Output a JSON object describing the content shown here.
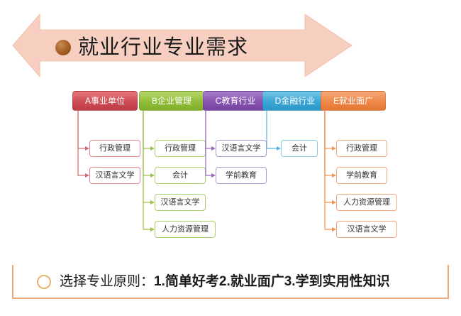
{
  "title": {
    "text": "就业行业专业需求",
    "bullet_color": "#a05a20",
    "banner_fill": "#f6cfc0"
  },
  "footer": {
    "prefix": "选择专业原则：",
    "item1": "1.简单好考",
    "item2": "2.就业面广",
    "item3": "3.学到实用性知识",
    "bullet_color": "#e8b36d",
    "banner_border": "#e8a97c"
  },
  "diagram": {
    "columns": [
      {
        "head": "A事业单位",
        "accent": "#cf4f56",
        "children": [
          "行政管理",
          "汉语言文学"
        ]
      },
      {
        "head": "B企业管理",
        "accent": "#93c13d",
        "children": [
          "行政管理",
          "会计",
          "汉语言文学",
          "人力资源管理"
        ]
      },
      {
        "head": "C教育行业",
        "accent": "#8a56b2",
        "children": [
          "汉语言文学",
          "学前教育"
        ]
      },
      {
        "head": "D金融行业",
        "accent": "#3fa8d8",
        "children": [
          "会计"
        ]
      },
      {
        "head": "E就业面广",
        "accent": "#ef8a4c",
        "children": [
          "行政管理",
          "学前教育",
          "人力资源管理",
          "汉语言文学"
        ]
      }
    ]
  }
}
